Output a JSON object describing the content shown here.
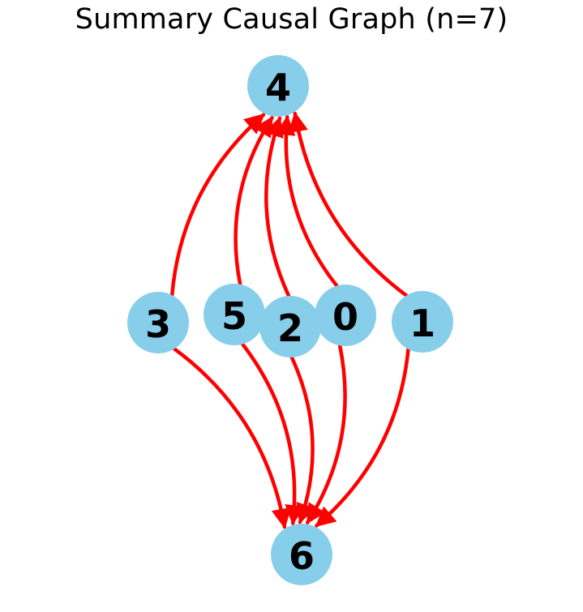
{
  "title": "Summary Causal Graph (n=7)",
  "colors": {
    "node_fill": "#87CEEB",
    "edge": "#FF0000",
    "label": "#000000",
    "background": "#FFFFFF"
  },
  "nodes": [
    {
      "id": "4",
      "label": "4"
    },
    {
      "id": "3",
      "label": "3"
    },
    {
      "id": "5",
      "label": "5"
    },
    {
      "id": "2",
      "label": "2"
    },
    {
      "id": "0",
      "label": "0"
    },
    {
      "id": "1",
      "label": "1"
    },
    {
      "id": "6",
      "label": "6"
    }
  ],
  "edges": [
    {
      "from": "3",
      "to": "4"
    },
    {
      "from": "5",
      "to": "4"
    },
    {
      "from": "2",
      "to": "4"
    },
    {
      "from": "0",
      "to": "4"
    },
    {
      "from": "1",
      "to": "4"
    },
    {
      "from": "3",
      "to": "6"
    },
    {
      "from": "5",
      "to": "6"
    },
    {
      "from": "2",
      "to": "6"
    },
    {
      "from": "0",
      "to": "6"
    },
    {
      "from": "1",
      "to": "6"
    }
  ]
}
